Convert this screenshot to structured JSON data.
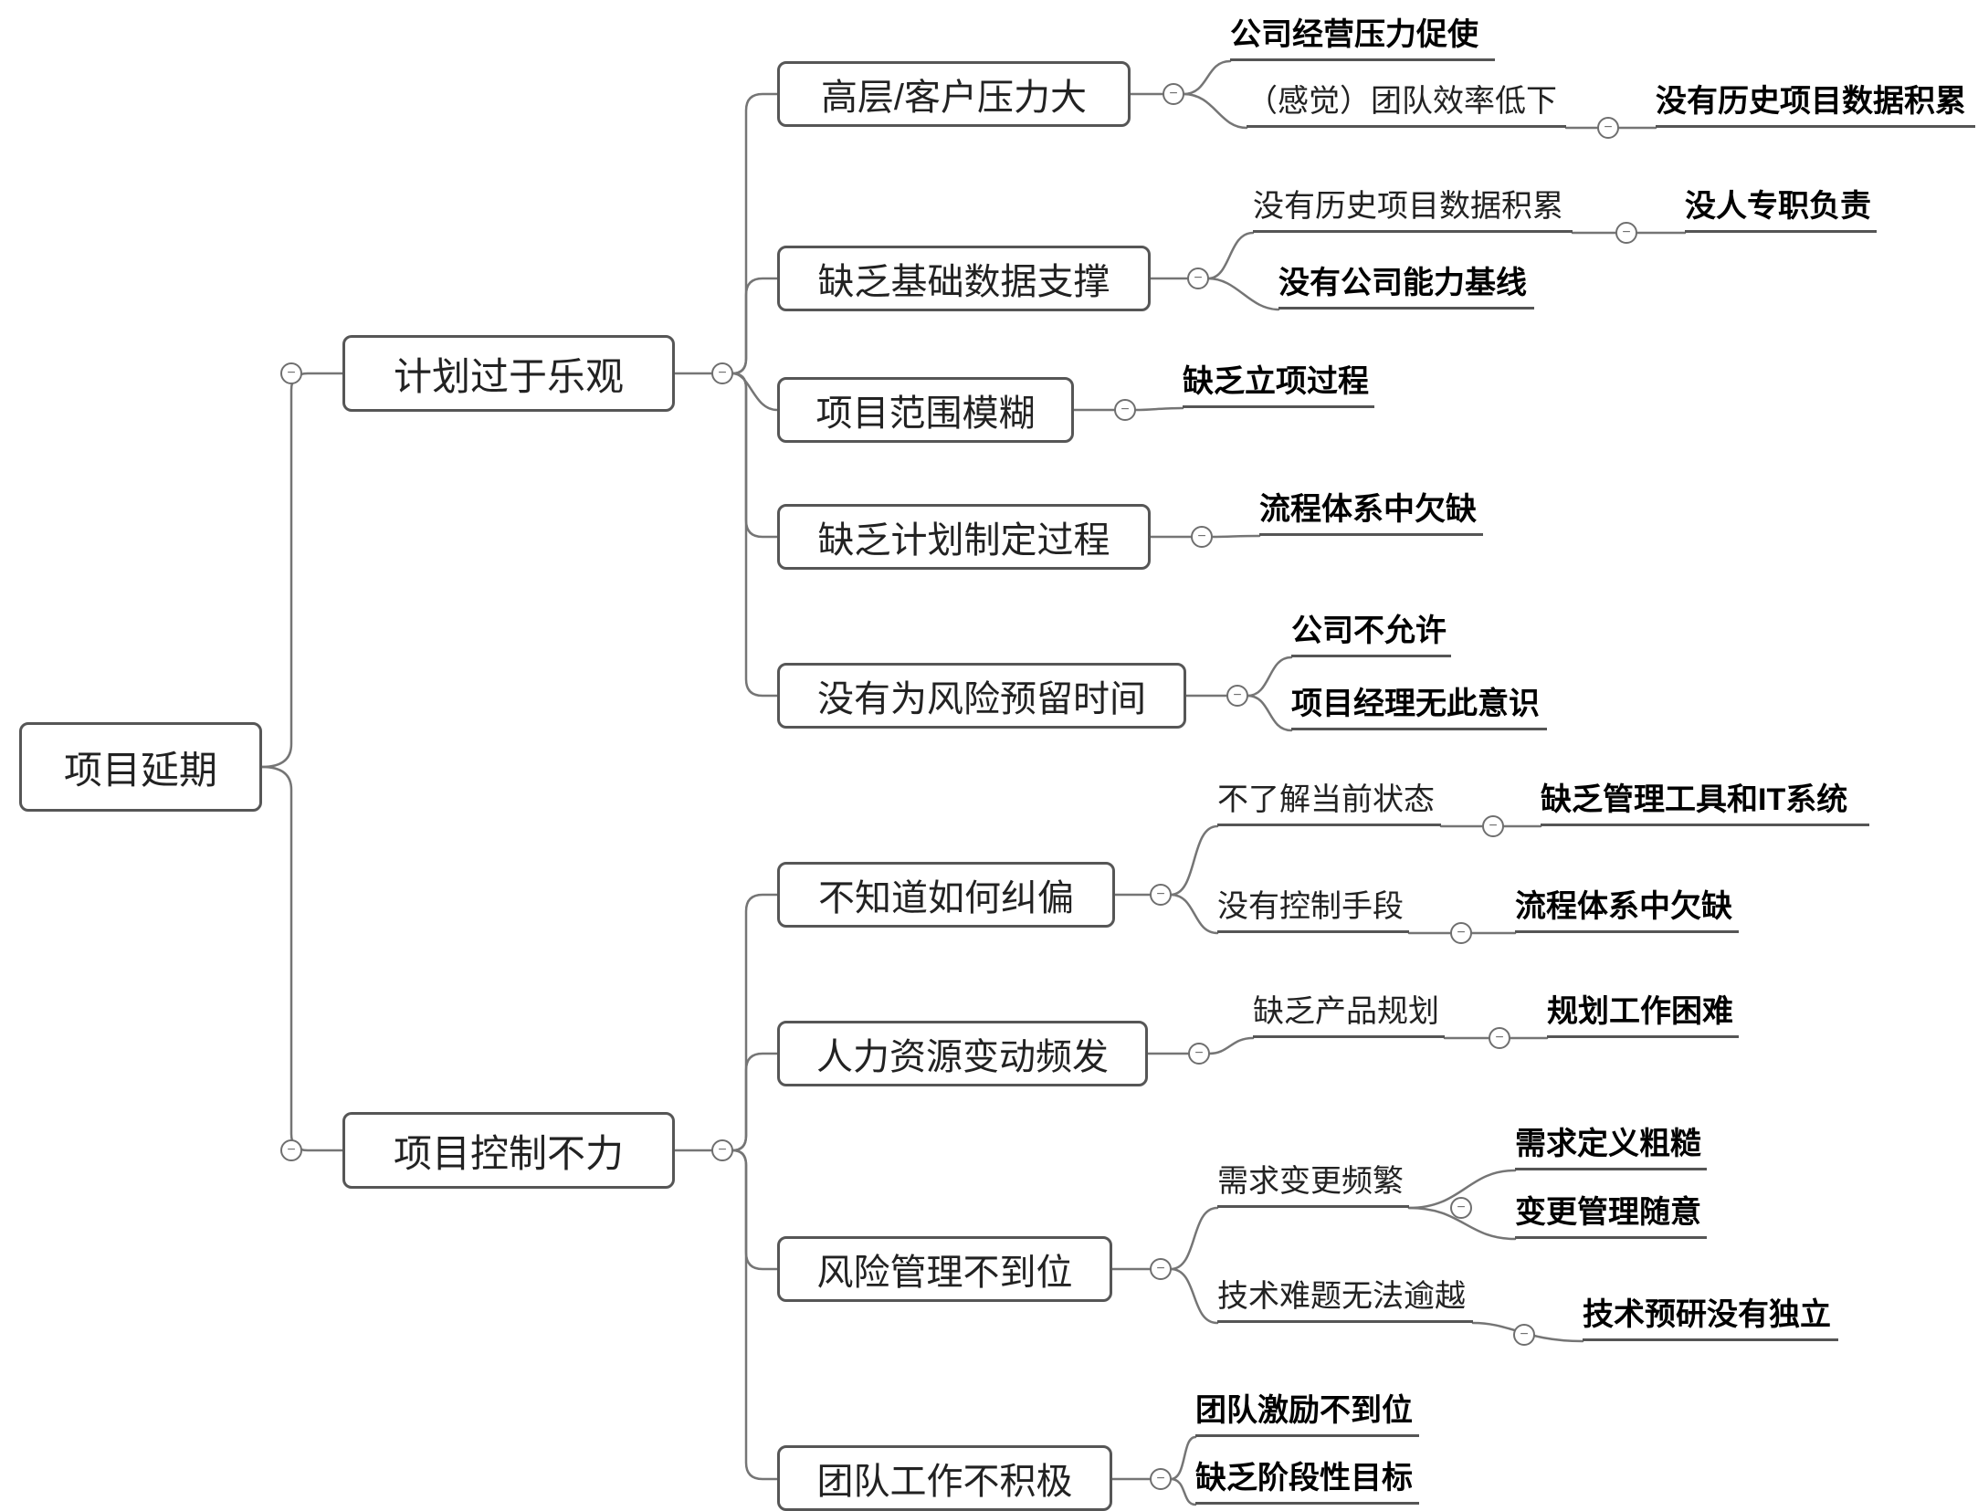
{
  "icons": {
    "collapse": "−"
  },
  "colors": {
    "line": "#757575",
    "box_border": "#565656",
    "text": "#222222",
    "emphasis_text": "#000000"
  },
  "mindmap": {
    "root": {
      "label": "项目延期"
    },
    "branches": [
      {
        "label": "计划过于乐观",
        "children": [
          {
            "label": "高层/客户压力大",
            "leaves": [
              {
                "label": "公司经营压力促使",
                "emphasis": true
              },
              {
                "label": "（感觉）团队效率低下",
                "emphasis": false,
                "children": [
                  {
                    "label": "没有历史项目数据积累",
                    "emphasis": true
                  }
                ]
              }
            ]
          },
          {
            "label": "缺乏基础数据支撑",
            "leaves": [
              {
                "label": "没有历史项目数据积累",
                "emphasis": false,
                "children": [
                  {
                    "label": "没人专职负责",
                    "emphasis": true
                  }
                ]
              },
              {
                "label": "没有公司能力基线",
                "emphasis": true
              }
            ]
          },
          {
            "label": "项目范围模糊",
            "leaves": [
              {
                "label": "缺乏立项过程",
                "emphasis": true
              }
            ]
          },
          {
            "label": "缺乏计划制定过程",
            "leaves": [
              {
                "label": "流程体系中欠缺",
                "emphasis": true
              }
            ]
          },
          {
            "label": "没有为风险预留时间",
            "leaves": [
              {
                "label": "公司不允许",
                "emphasis": true
              },
              {
                "label": "项目经理无此意识",
                "emphasis": true
              }
            ]
          }
        ]
      },
      {
        "label": "项目控制不力",
        "children": [
          {
            "label": "不知道如何纠偏",
            "leaves": [
              {
                "label": "不了解当前状态",
                "emphasis": false,
                "children": [
                  {
                    "label": "缺乏管理工具和IT系统",
                    "emphasis": true
                  }
                ]
              },
              {
                "label": "没有控制手段",
                "emphasis": false,
                "children": [
                  {
                    "label": "流程体系中欠缺",
                    "emphasis": true
                  }
                ]
              }
            ]
          },
          {
            "label": "人力资源变动频发",
            "leaves": [
              {
                "label": "缺乏产品规划",
                "emphasis": false,
                "children": [
                  {
                    "label": "规划工作困难",
                    "emphasis": true
                  }
                ]
              }
            ]
          },
          {
            "label": "风险管理不到位",
            "leaves": [
              {
                "label": "需求变更频繁",
                "emphasis": false,
                "children": [
                  {
                    "label": "需求定义粗糙",
                    "emphasis": true
                  },
                  {
                    "label": "变更管理随意",
                    "emphasis": true
                  }
                ]
              },
              {
                "label": "技术难题无法逾越",
                "emphasis": false,
                "children": [
                  {
                    "label": "技术预研没有独立",
                    "emphasis": true
                  }
                ]
              }
            ]
          },
          {
            "label": "团队工作不积极",
            "leaves": [
              {
                "label": "团队激励不到位",
                "emphasis": true
              },
              {
                "label": "缺乏阶段性目标",
                "emphasis": true
              }
            ]
          }
        ]
      }
    ]
  }
}
